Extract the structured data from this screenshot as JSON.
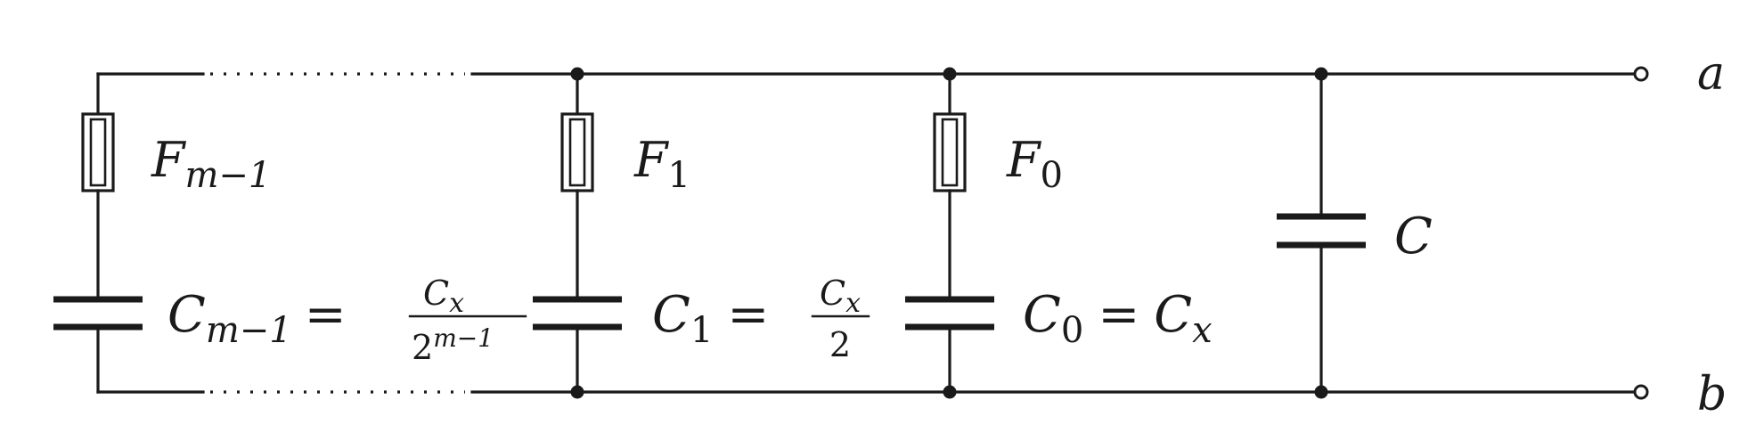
{
  "terminals": {
    "a": "a",
    "b": "b"
  },
  "fuses": [
    {
      "name": "F",
      "sub": "m−1"
    },
    {
      "name": "F",
      "sub": "1"
    },
    {
      "name": "F",
      "sub": "0"
    }
  ],
  "capacitors": [
    {
      "name": "C",
      "sub": "m−1",
      "eq": "=",
      "frac_num_name": "C",
      "frac_num_sub": "x",
      "frac_den_base": "2",
      "frac_den_sup": "m−1"
    },
    {
      "name": "C",
      "sub": "1",
      "eq": "=",
      "frac_num_name": "C",
      "frac_num_sub": "x",
      "frac_den": "2"
    },
    {
      "name": "C",
      "sub": "0",
      "eq": "=",
      "rhs_name": "C",
      "rhs_sub": "x"
    }
  ],
  "load_capacitor": {
    "name": "C"
  },
  "colors": {
    "ink": "#1a1a1a",
    "background": "#ffffff"
  }
}
